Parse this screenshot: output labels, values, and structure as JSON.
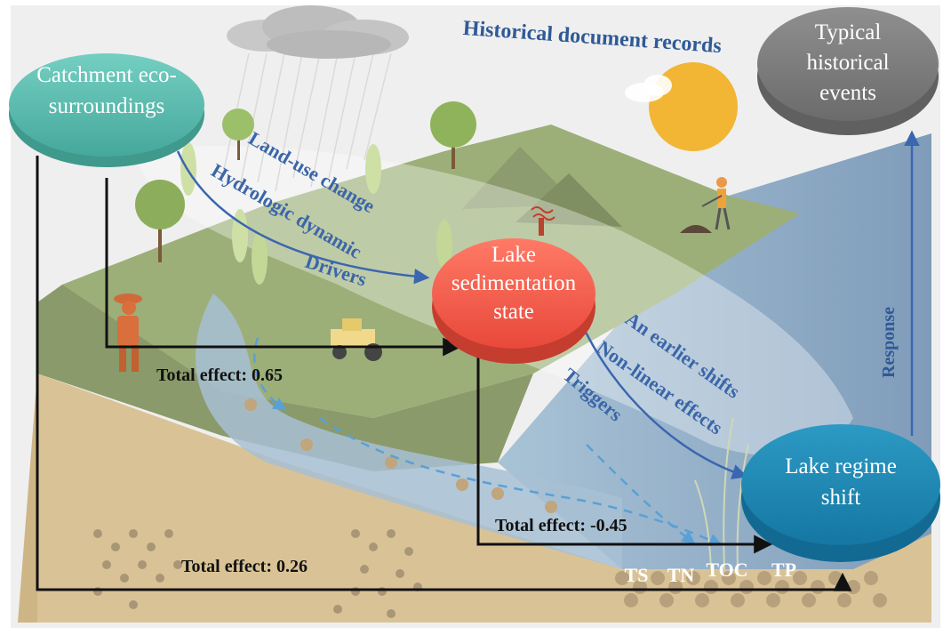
{
  "nodes": {
    "catchment": [
      "Catchment eco-",
      "surroundings"
    ],
    "lake_sed": [
      "Lake",
      "sedimentation",
      "state"
    ],
    "regime": [
      "Lake regime",
      "shift"
    ],
    "typical": [
      "Typical",
      "historical",
      "events"
    ]
  },
  "labels": {
    "historical_records": "Historical document records",
    "land_use": "Land-use change",
    "hydrologic": "Hydrologic dynamic",
    "drivers": "Drivers",
    "earlier_shifts": "An earlier shifts",
    "nonlinear": "Non-linear effects",
    "triggers": "Triggers",
    "response": "Response",
    "effect_065": "Total effect: 0.65",
    "effect_045": "Total effect: -0.45",
    "effect_026": "Total effect: 0.26"
  },
  "indicators": [
    "TS",
    "TN",
    "TOC",
    "TP"
  ],
  "colors": {
    "catchment_node": "#5bbdb0",
    "lake_sed_node": "#ee5744",
    "regime_node": "#1f86b0",
    "typical_node": "#7d7d7d",
    "label_blue": "#3b66a8",
    "arrow_black": "#111111",
    "sun": "#f2b634"
  }
}
